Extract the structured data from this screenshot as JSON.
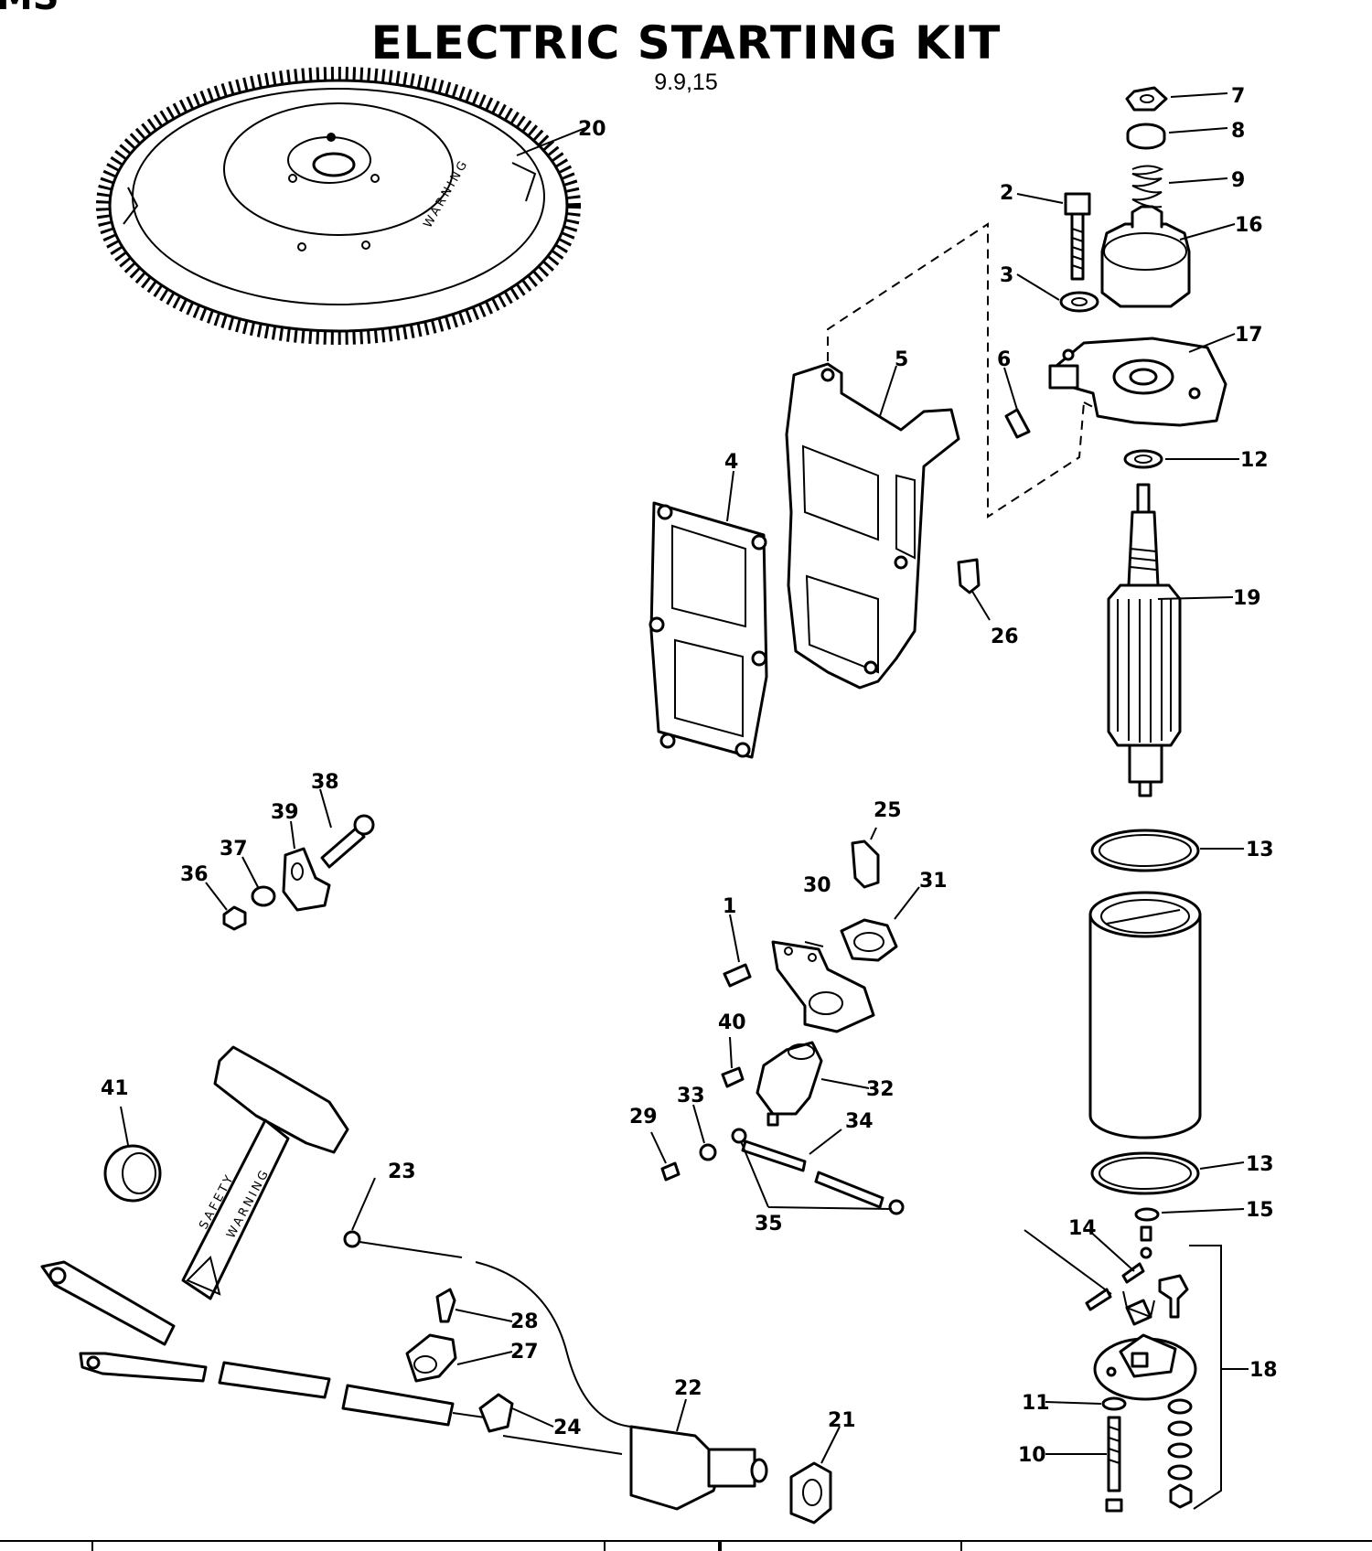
{
  "header": {
    "corner_fragment": "MS",
    "title": "ELECTRIC STARTING KIT",
    "subtitle": "9.9,15"
  },
  "decals": {
    "flywheel": "WARNING",
    "cable_safety": "SAFETY",
    "cable_warning": "WARNING"
  },
  "callouts": {
    "n1": "1",
    "n2": "2",
    "n3": "3",
    "n4": "4",
    "n5": "5",
    "n6": "6",
    "n7": "7",
    "n8": "8",
    "n9": "9",
    "n10": "10",
    "n11": "11",
    "n12": "12",
    "n13a": "13",
    "n13b": "13",
    "n14": "14",
    "n15": "15",
    "n16": "16",
    "n17": "17",
    "n18": "18",
    "n19": "19",
    "n20": "20",
    "n21": "21",
    "n22": "22",
    "n23": "23",
    "n24": "24",
    "n25": "25",
    "n26": "26",
    "n27": "27",
    "n28": "28",
    "n29": "29",
    "n30": "30",
    "n31": "31",
    "n32": "32",
    "n33": "33",
    "n34": "34",
    "n35": "35",
    "n36": "36",
    "n37": "37",
    "n38": "38",
    "n39": "39",
    "n40": "40",
    "n41": "41"
  }
}
